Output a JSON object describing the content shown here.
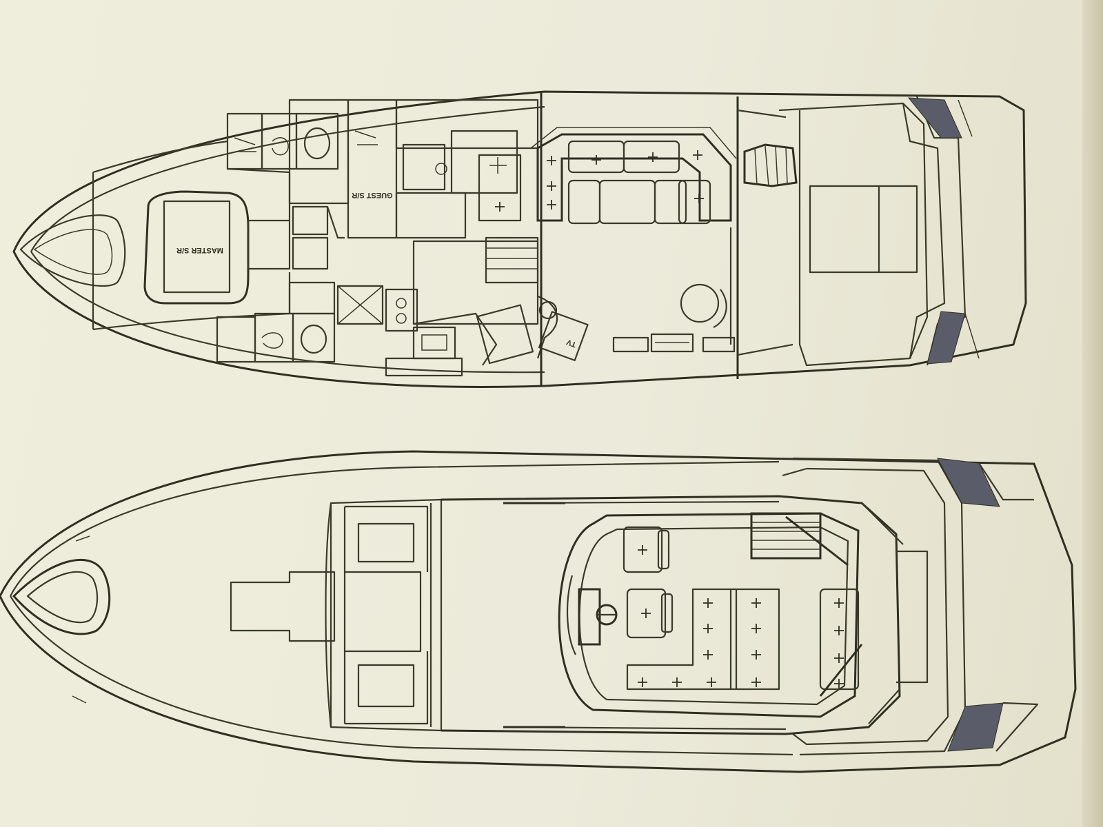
{
  "labels": {
    "master": "MASTER S/R",
    "guest": "GUEST S/R",
    "tv": "TV"
  },
  "colors": {
    "paper": "#ecebd9",
    "ink": "#3a3a2a",
    "hatch": "#5a5c6a"
  }
}
